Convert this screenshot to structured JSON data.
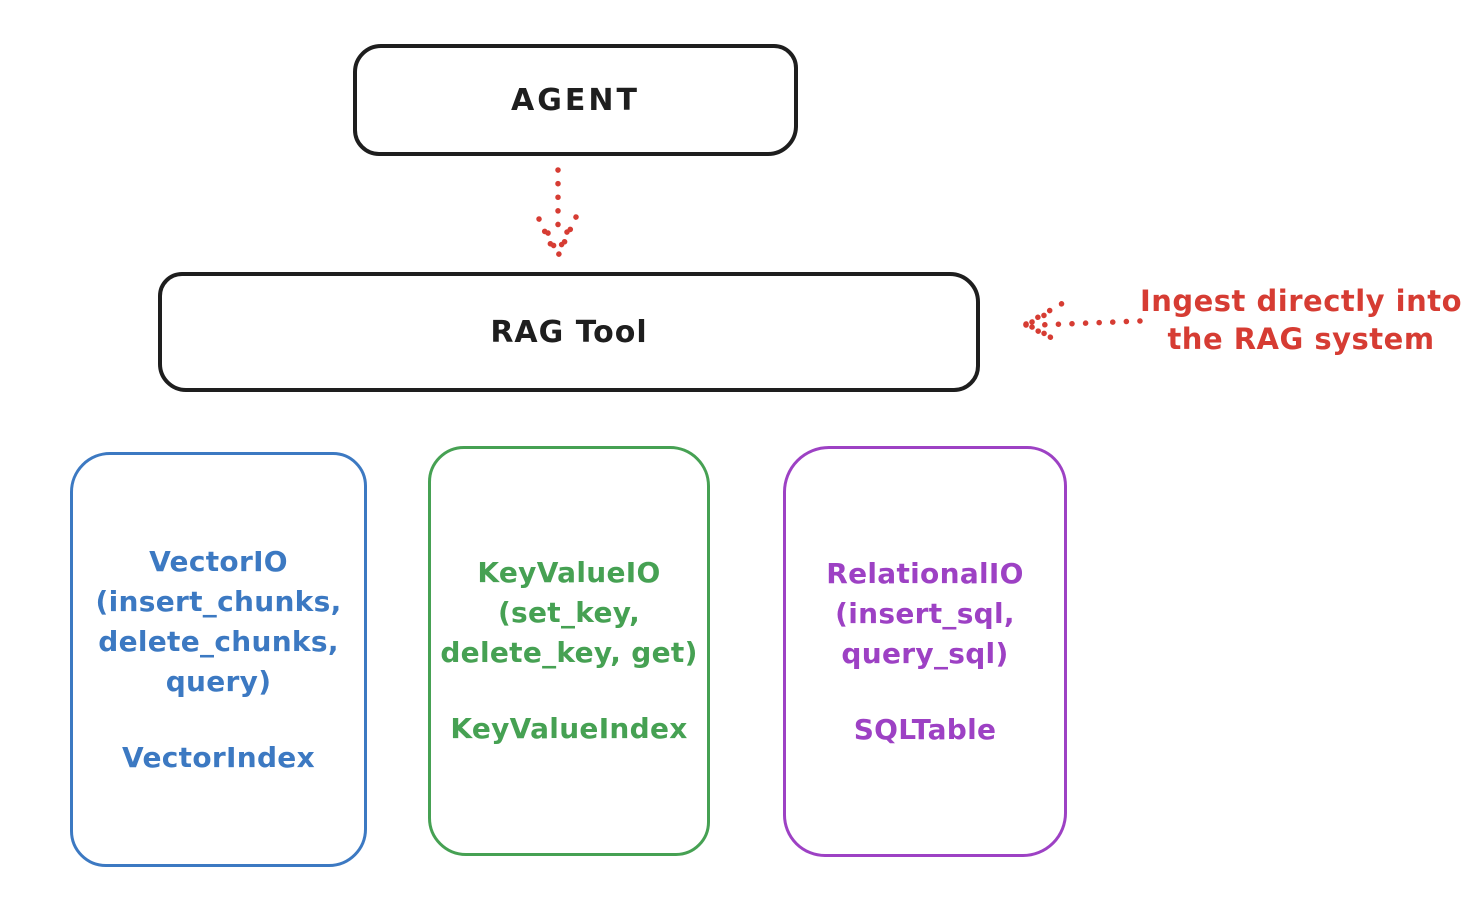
{
  "colors": {
    "ink": "#1e1e1e",
    "red": "#d63c33",
    "blue": "#3c79c2",
    "green": "#46a153",
    "purple": "#9d41c4"
  },
  "agent": {
    "label": "AGENT"
  },
  "rag_tool": {
    "label": "RAG Tool"
  },
  "annotation": {
    "lines": [
      "Ingest directly into",
      "the RAG system"
    ]
  },
  "backends": [
    {
      "name": "vector-io",
      "color": "#3c79c2",
      "lines": [
        "VectorIO",
        "(insert_chunks,",
        "delete_chunks,",
        "query)"
      ],
      "index_label": "VectorIndex"
    },
    {
      "name": "keyvalue-io",
      "color": "#46a153",
      "lines": [
        "KeyValueIO",
        "(set_key,",
        "delete_key, get)"
      ],
      "index_label": "KeyValueIndex"
    },
    {
      "name": "relational-io",
      "color": "#9d41c4",
      "lines": [
        "RelationalIO",
        "(insert_sql,",
        "query_sql)"
      ],
      "index_label": "SQLTable"
    }
  ]
}
